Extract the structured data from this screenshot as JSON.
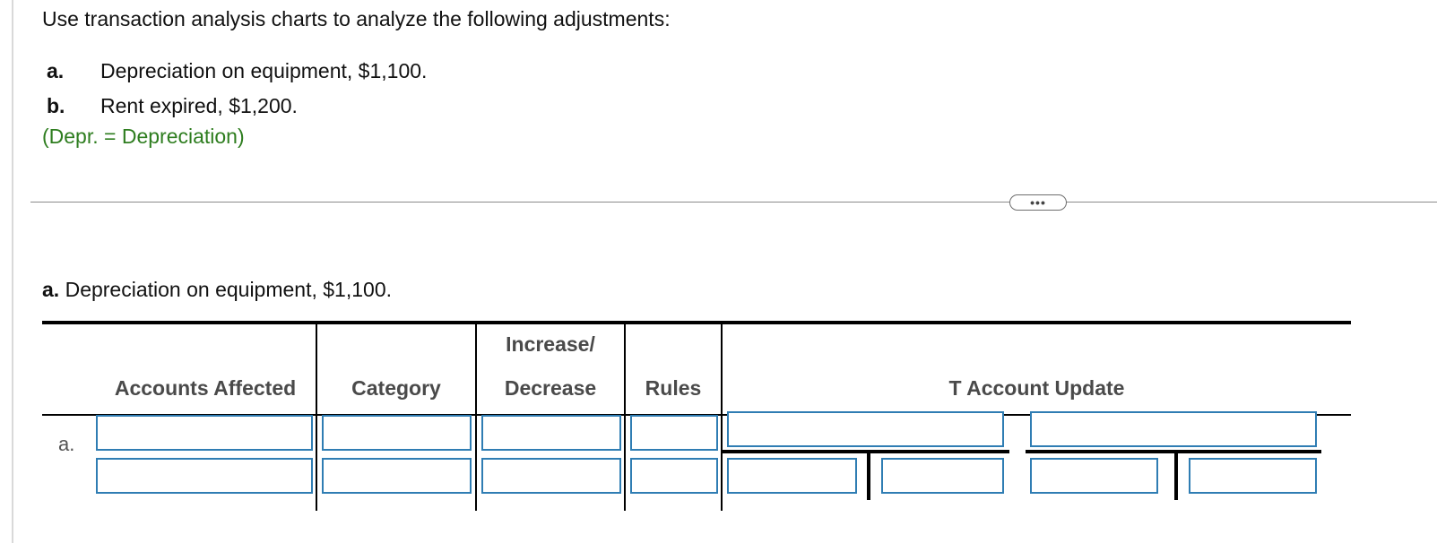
{
  "instructions": "Use transaction analysis charts to analyze the following adjustments:",
  "adjustments": [
    {
      "letter": "a.",
      "text": "Depreciation on equipment, $1,100."
    },
    {
      "letter": "b.",
      "text": "Rent expired, $1,200."
    }
  ],
  "note": "(Depr. = Depreciation)",
  "more_button": "•••",
  "section": {
    "label": "a.",
    "text": " Depreciation on equipment, $1,100."
  },
  "table": {
    "headers": {
      "accounts": "Accounts Affected",
      "category": "Category",
      "incdec_line1": "Increase/",
      "incdec_line2": "Decrease",
      "rules": "Rules",
      "taccount": "T Account Update"
    },
    "row_label": "a."
  },
  "colors": {
    "accent_border": "#2f7db3",
    "note_green": "#2e7d1f"
  }
}
